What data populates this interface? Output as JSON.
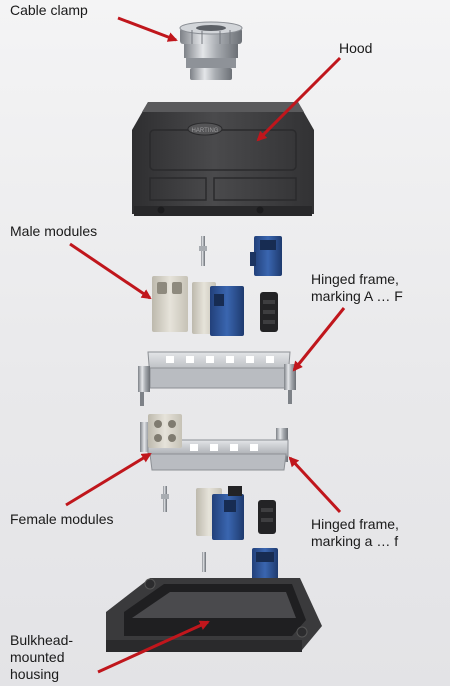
{
  "labels": {
    "cable_clamp": "Cable clamp",
    "hood": "Hood",
    "male_modules": "Male modules",
    "hinged_frame_upper": "Hinged frame,\nmarking A … F",
    "female_modules": "Female modules",
    "hinged_frame_lower": "Hinged frame,\nmarking a … f",
    "bulkhead_housing": "Bulkhead-\nmounted\nhousing"
  },
  "hood_logo": "HARTING",
  "colors": {
    "arrow": "#c0161c",
    "hood": "#3a3a3a",
    "module_blue": "#2c4f8c",
    "module_beige": "#d9d6cc",
    "frame": "#c9cbcf",
    "metal": "#b5b8bd"
  }
}
